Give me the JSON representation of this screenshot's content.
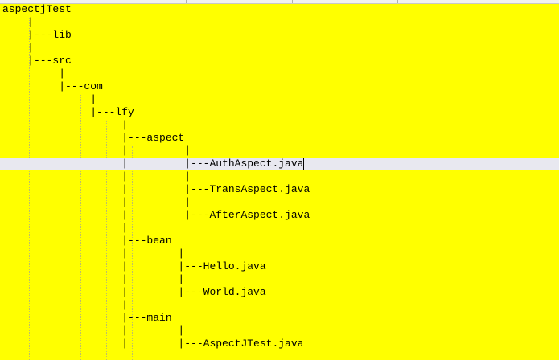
{
  "editor": {
    "background": "#ffff00",
    "current_line_background": "#e8e8f0",
    "lines": [
      "aspectjTest",
      "    |",
      "    |---lib",
      "    |",
      "    |---src",
      "         |",
      "         |---com",
      "              |",
      "              |---lfy",
      "                   |",
      "                   |---aspect",
      "                   |         |",
      "                   |         |---AuthAspect.java",
      "                   |         |",
      "                   |         |---TransAspect.java",
      "                   |         |",
      "                   |         |---AfterAspect.java",
      "                   |",
      "                   |---bean",
      "                   |        |",
      "                   |        |---Hello.java",
      "                   |        |",
      "                   |        |---World.java",
      "                   |",
      "                   |---main",
      "                   |        |",
      "                   |        |---AspectJTest.java"
    ],
    "current_line_index": 12
  }
}
